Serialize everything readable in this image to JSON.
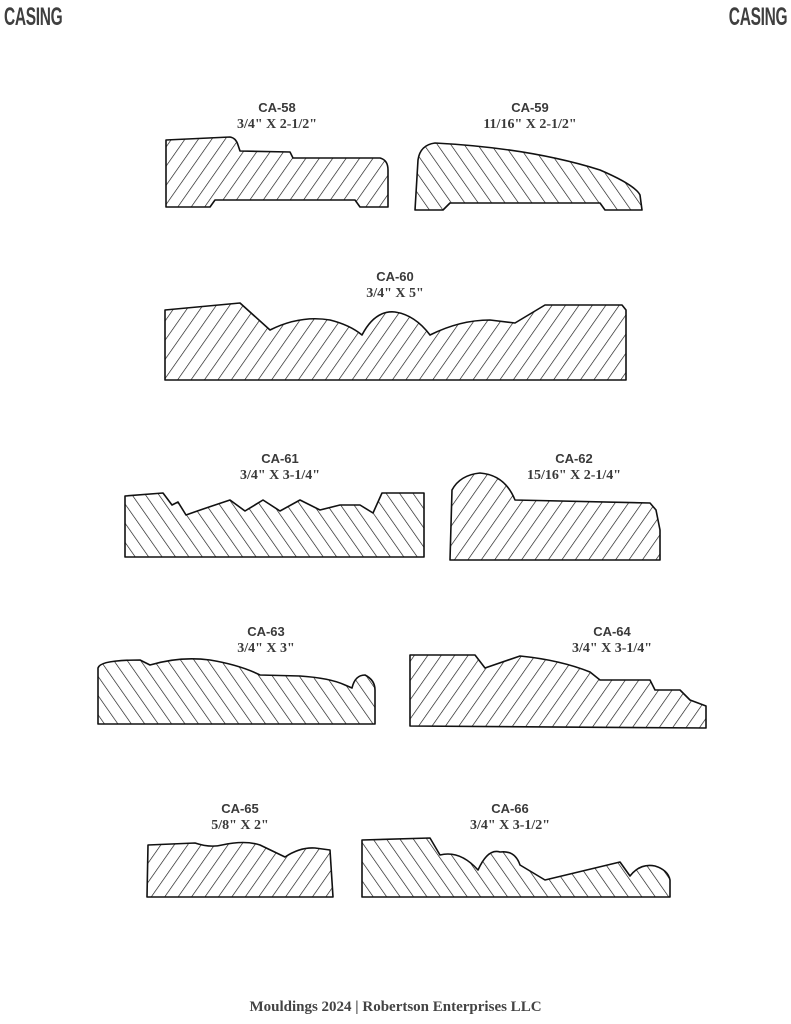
{
  "header": {
    "left_title": "CASING",
    "right_title": "CASING"
  },
  "profiles": [
    {
      "code": "CA-58",
      "size": "3/4\" X 2-1/2\""
    },
    {
      "code": "CA-59",
      "size": "11/16\" X 2-1/2\""
    },
    {
      "code": "CA-60",
      "size": "3/4\" X 5\""
    },
    {
      "code": "CA-61",
      "size": "3/4\" X 3-1/4\""
    },
    {
      "code": "CA-62",
      "size": "15/16\" X 2-1/4\""
    },
    {
      "code": "CA-63",
      "size": "3/4\" X 3\""
    },
    {
      "code": "CA-64",
      "size": "3/4\" X 3-1/4\""
    },
    {
      "code": "CA-65",
      "size": "5/8\" X 2\""
    },
    {
      "code": "CA-66",
      "size": "3/4\" X 3-1/2\""
    }
  ],
  "footer": {
    "text": "Mouldings 2024 | Robertson Enterprises LLC"
  }
}
